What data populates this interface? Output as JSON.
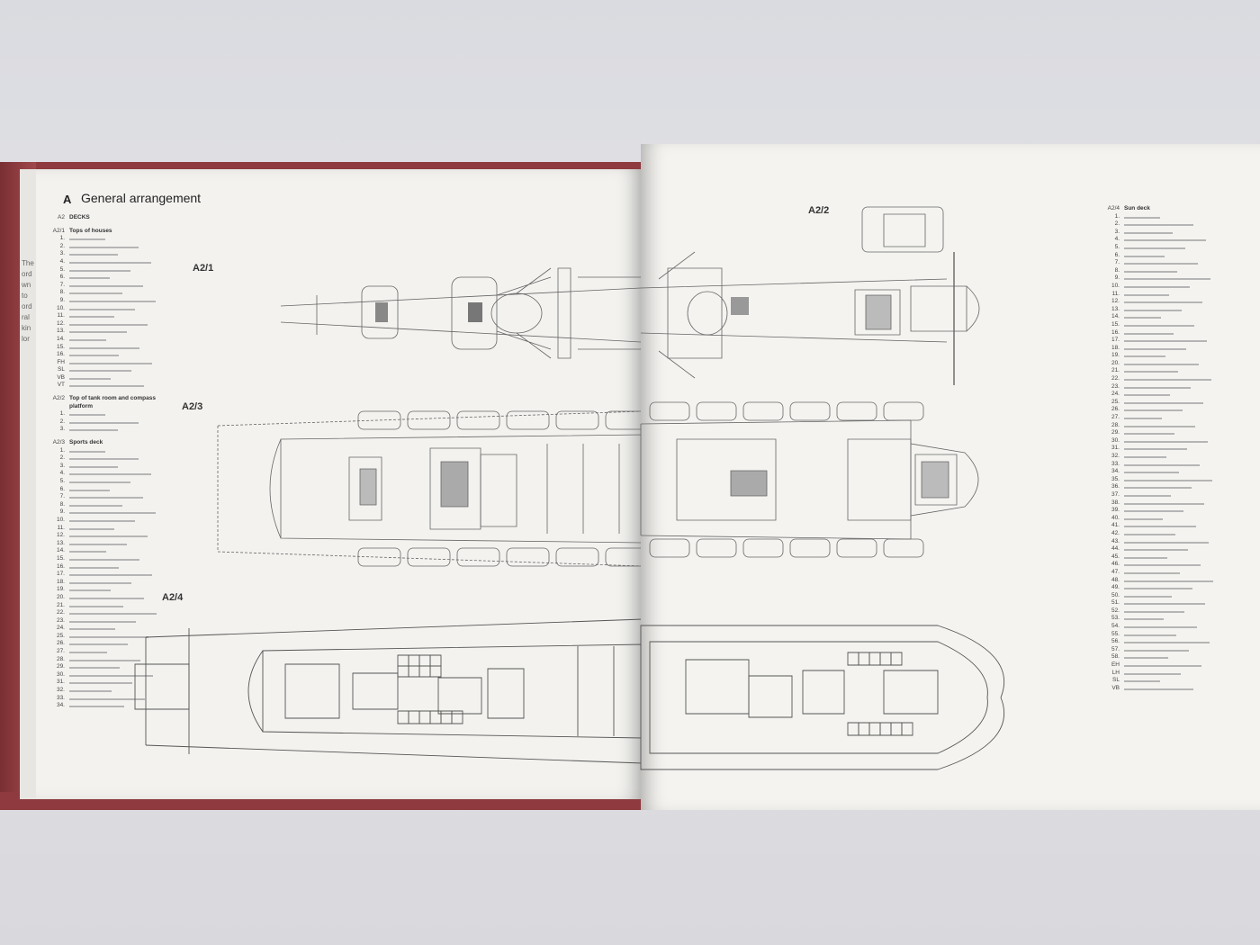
{
  "section": {
    "letter": "A",
    "title": "General arrangement"
  },
  "plans": {
    "a21": "A2/1",
    "a22": "A2/2",
    "a23": "A2/3",
    "a24": "A2/4"
  },
  "edge_text": [
    "The",
    "ord",
    "wn",
    "to",
    "ord",
    "ral",
    "kin",
    "lor"
  ],
  "legend_left": {
    "top_code": "A2",
    "top_title": "DECKS",
    "g1": {
      "code": "A2/1",
      "title": "Tops of houses",
      "nums": [
        "1.",
        "2.",
        "3.",
        "4.",
        "5.",
        "6.",
        "7.",
        "8.",
        "9.",
        "10.",
        "11.",
        "12.",
        "13.",
        "14.",
        "15.",
        "16.",
        "FH",
        "SL",
        "VB",
        "VT"
      ]
    },
    "g2": {
      "code": "A2/2",
      "title": "Top of tank room and compass platform",
      "nums": [
        "1.",
        "2.",
        "3."
      ]
    },
    "g3": {
      "code": "A2/3",
      "title": "Sports deck",
      "nums": [
        "1.",
        "2.",
        "3.",
        "4.",
        "5.",
        "6.",
        "7.",
        "8.",
        "9.",
        "10.",
        "11.",
        "12.",
        "13.",
        "14.",
        "15.",
        "16.",
        "17.",
        "18.",
        "19.",
        "20.",
        "21.",
        "22.",
        "23.",
        "24.",
        "25.",
        "26.",
        "27.",
        "28.",
        "29.",
        "30.",
        "31.",
        "32.",
        "33.",
        "34."
      ]
    }
  },
  "legend_right": {
    "code": "A2/4",
    "title": "Sun deck",
    "nums": [
      "1.",
      "2.",
      "3.",
      "4.",
      "5.",
      "6.",
      "7.",
      "8.",
      "9.",
      "10.",
      "11.",
      "12.",
      "13.",
      "14.",
      "15.",
      "16.",
      "17.",
      "18.",
      "19.",
      "20.",
      "21.",
      "22.",
      "23.",
      "24.",
      "25.",
      "26.",
      "27.",
      "28.",
      "29.",
      "30.",
      "31.",
      "32.",
      "33.",
      "34.",
      "35.",
      "36.",
      "37.",
      "38.",
      "39.",
      "40.",
      "41.",
      "42.",
      "43.",
      "44.",
      "45.",
      "46.",
      "47.",
      "48.",
      "49.",
      "50.",
      "51.",
      "52.",
      "53.",
      "54.",
      "55.",
      "56.",
      "57.",
      "58.",
      "EH",
      "LH",
      "SL",
      "VB"
    ]
  }
}
